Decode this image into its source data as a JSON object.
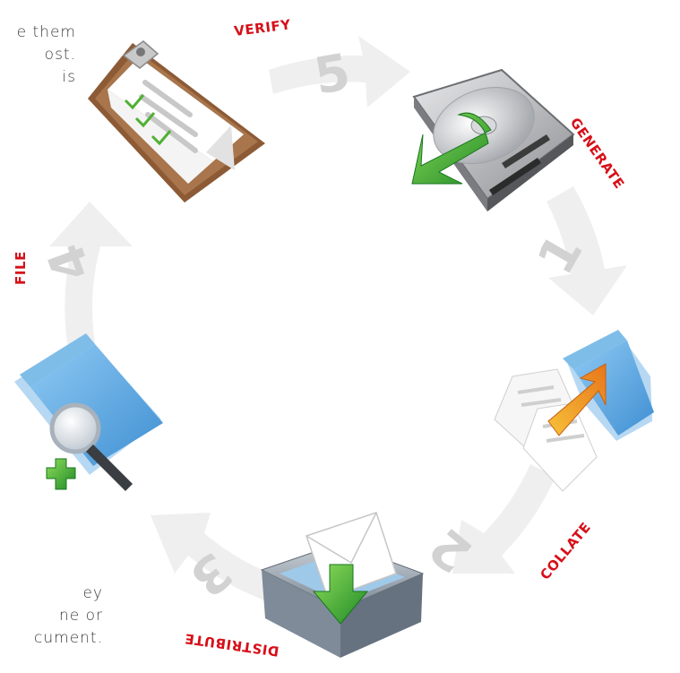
{
  "intro_text": {
    "lines": [
      "e them",
      "ost.",
      "is"
    ]
  },
  "outro_text": {
    "lines": [
      "ey",
      "ne or",
      "cument."
    ]
  },
  "steps": [
    {
      "number": "1",
      "label": "GENERATE",
      "icon": "hard-drive-icon"
    },
    {
      "number": "2",
      "label": "COLLATE",
      "icon": "folder-documents-icon"
    },
    {
      "number": "3",
      "label": "DISTRIBUTE",
      "icon": "inbox-envelope-icon"
    },
    {
      "number": "4",
      "label": "FILE",
      "icon": "folder-search-icon"
    },
    {
      "number": "5",
      "label": "VERIFY",
      "icon": "clipboard-checklist-icon"
    }
  ],
  "colors": {
    "label_red": "#d70f18",
    "arrow_grey": "#efefef",
    "number_grey": "#d2d2d2",
    "folder_blue": "#5aa7e0",
    "arrow_green": "#3da83a",
    "arrow_orange": "#f39a1b"
  }
}
